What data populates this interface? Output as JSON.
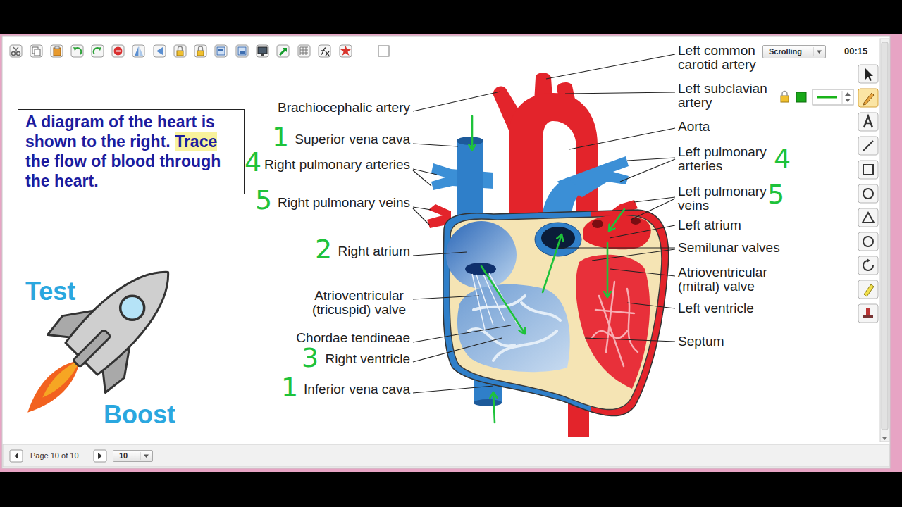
{
  "diagram": {
    "nodes": [
      {
        "text": [
          "Scrolling"
        ]
      },
      {
        "text": [
          "A diagram of the heart is shown to the right. Trace the flow of blood through the heart."
        ]
      },
      {
        "text": [
          "10"
        ]
      }
    ],
    "labels": [
      "Left common carotid artery",
      "Left subclavian artery",
      "Aorta",
      "Left pulmonary arteries",
      "4",
      "Left pulmonary veins",
      "5",
      "Left atrium",
      "Semilunar valves",
      "Atrioventricular (mitral) valve",
      "Left ventricle",
      "Septum",
      "Brachiocephalic artery",
      "1",
      "Superior vena cava",
      "4",
      "Right pulmonary arteries",
      "5",
      "Right pulmonary veins",
      "2",
      "Right atrium",
      "Atrioventricular (tricuspid) valve",
      "Chordae tendineae",
      "3",
      "Right ventricle",
      "1",
      "Inferior vena cava",
      "Test",
      "Boost",
      "00:15",
      "Page 10 of 10"
    ]
  }
}
